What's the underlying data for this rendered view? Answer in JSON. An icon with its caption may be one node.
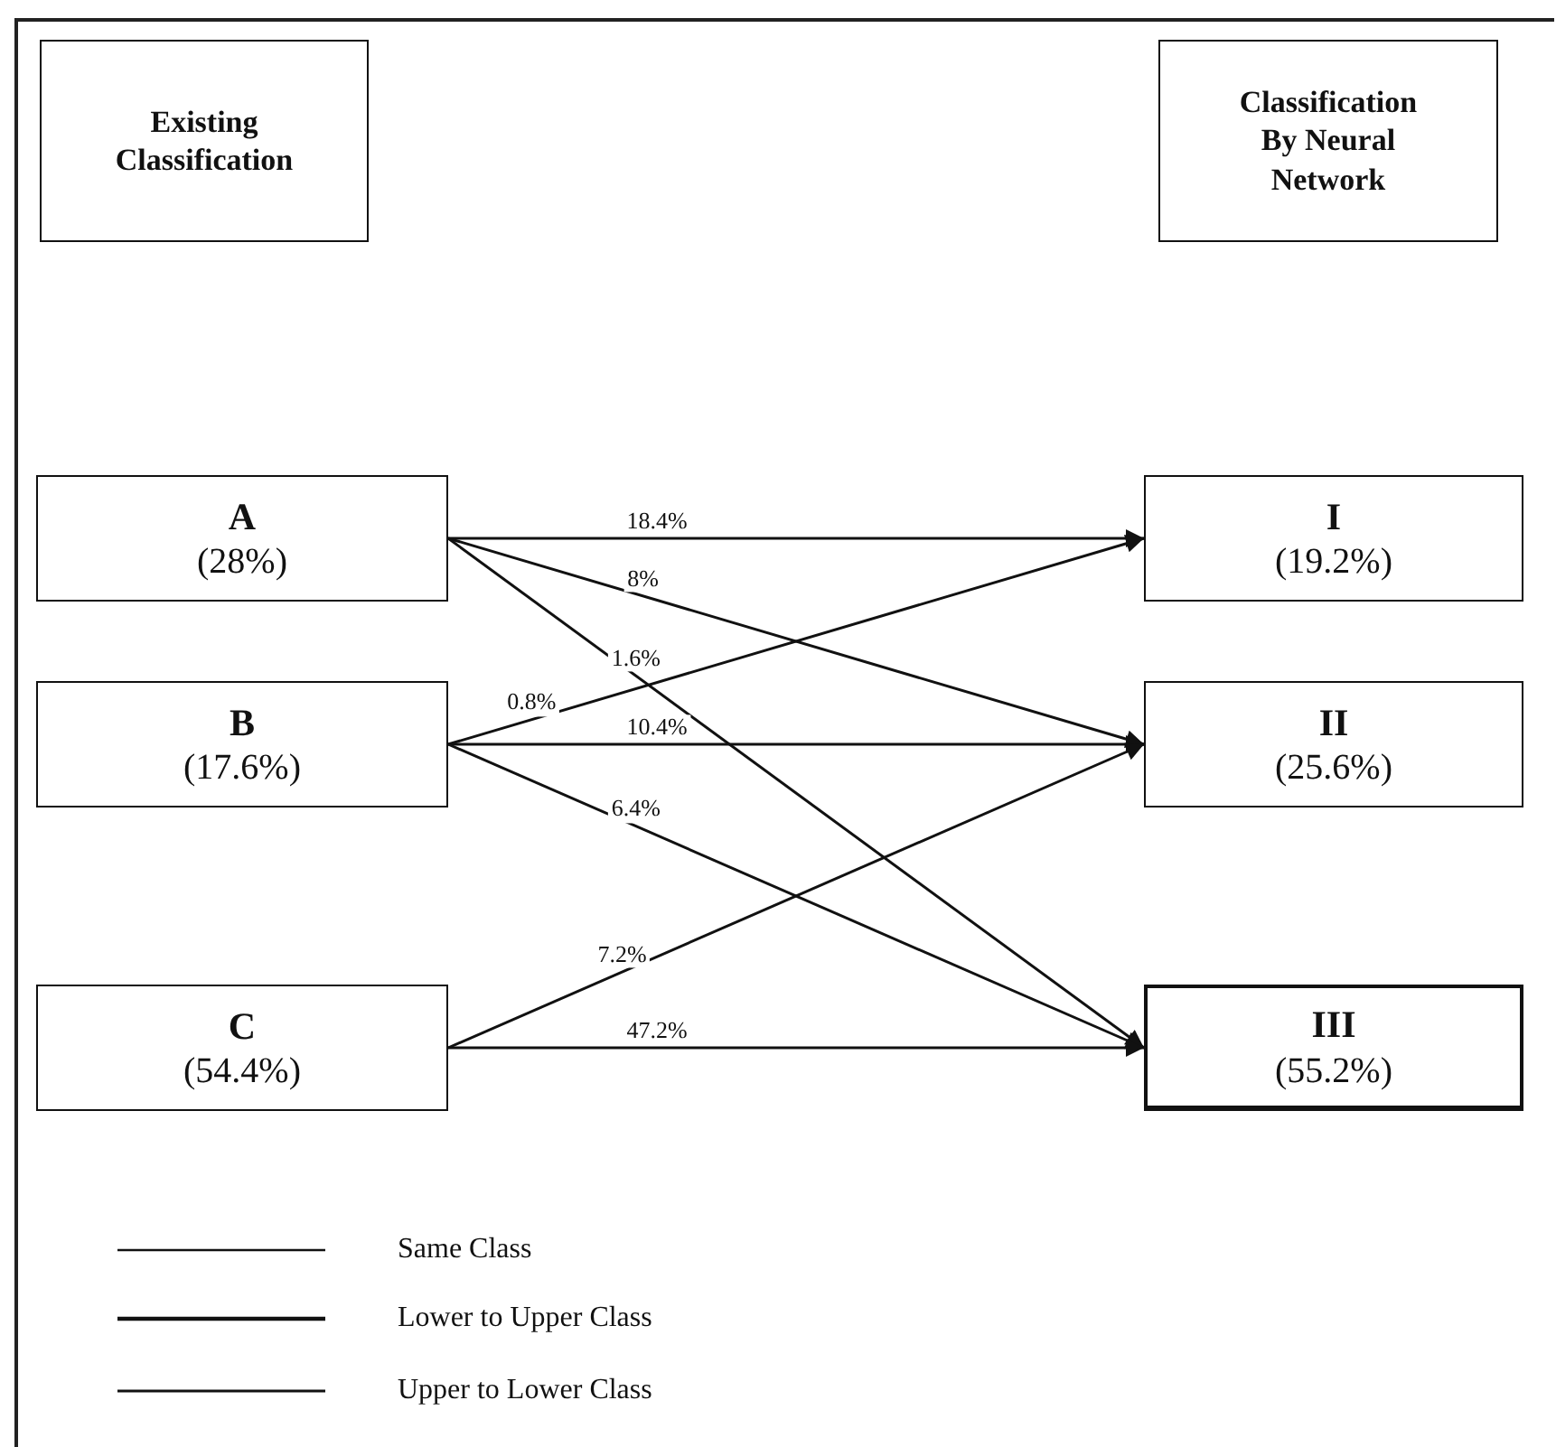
{
  "diagram": {
    "nodes": [
      {
        "text": [
          "Existing Classification"
        ]
      },
      {
        "text": [
          "Classification By Neural Network"
        ]
      },
      {
        "text": [
          "A",
          "(28%)"
        ]
      },
      {
        "text": [
          "B",
          "(17.6%)"
        ]
      },
      {
        "text": [
          "C",
          "(54.4%)"
        ]
      },
      {
        "text": [
          "I",
          "(19.2%)"
        ]
      },
      {
        "text": [
          "II",
          "(25.6%)"
        ]
      },
      {
        "text": [
          "III",
          "(55.2%)"
        ]
      }
    ],
    "edges": [
      {
        "from": 2,
        "to": 5,
        "arrow": "to",
        "label": "18.4%"
      },
      {
        "from": 2,
        "to": 6,
        "arrow": "to",
        "label": "8%"
      },
      {
        "from": 2,
        "to": 7,
        "arrow": "to",
        "label": "1.6%"
      },
      {
        "from": 3,
        "to": 5,
        "arrow": "to",
        "label": "0.8%"
      },
      {
        "from": 3,
        "to": 6,
        "arrow": "to",
        "label": "10.4%"
      },
      {
        "from": 3,
        "to": 7,
        "arrow": "to",
        "label": "6.4%"
      },
      {
        "from": 4,
        "to": 6,
        "arrow": "to",
        "label": "7.2%"
      },
      {
        "from": 4,
        "to": 7,
        "arrow": "to",
        "label": "47.2%"
      }
    ],
    "legend": [
      {
        "text": "Same Class"
      },
      {
        "text": "Lower to Upper Class"
      },
      {
        "text": "Upper to Lower Class"
      }
    ]
  }
}
